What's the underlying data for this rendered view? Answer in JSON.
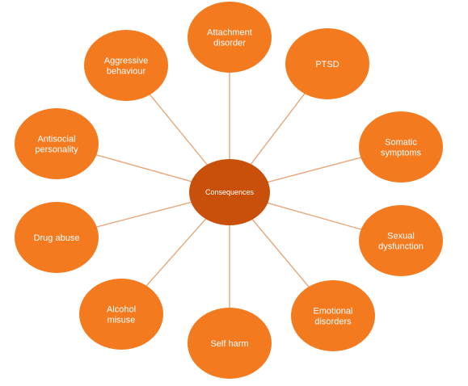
{
  "diagram": {
    "center": {
      "label": "Consequences",
      "color": "#c9500a"
    },
    "node_color": "#f47a1f",
    "spoke_color": "#e8a67a",
    "nodes": [
      {
        "id": "attachment-disorder",
        "lines": [
          "Attachment",
          "disorder"
        ]
      },
      {
        "id": "ptsd",
        "lines": [
          "PTSD"
        ]
      },
      {
        "id": "somatic-symptoms",
        "lines": [
          "Somatic",
          "symptoms"
        ]
      },
      {
        "id": "sexual-dysfunction",
        "lines": [
          "Sexual",
          "dysfunction"
        ]
      },
      {
        "id": "emotional-disorders",
        "lines": [
          "Emotional",
          "disorders"
        ]
      },
      {
        "id": "self-harm",
        "lines": [
          "Self harm"
        ]
      },
      {
        "id": "alcohol-misuse",
        "lines": [
          "Alcohol",
          "misuse"
        ]
      },
      {
        "id": "drug-abuse",
        "lines": [
          "Drug abuse"
        ]
      },
      {
        "id": "antisocial-personality",
        "lines": [
          "Antisocial",
          "personality"
        ]
      },
      {
        "id": "aggressive-behaviour",
        "lines": [
          "Aggressive",
          "behaviour"
        ]
      }
    ]
  }
}
